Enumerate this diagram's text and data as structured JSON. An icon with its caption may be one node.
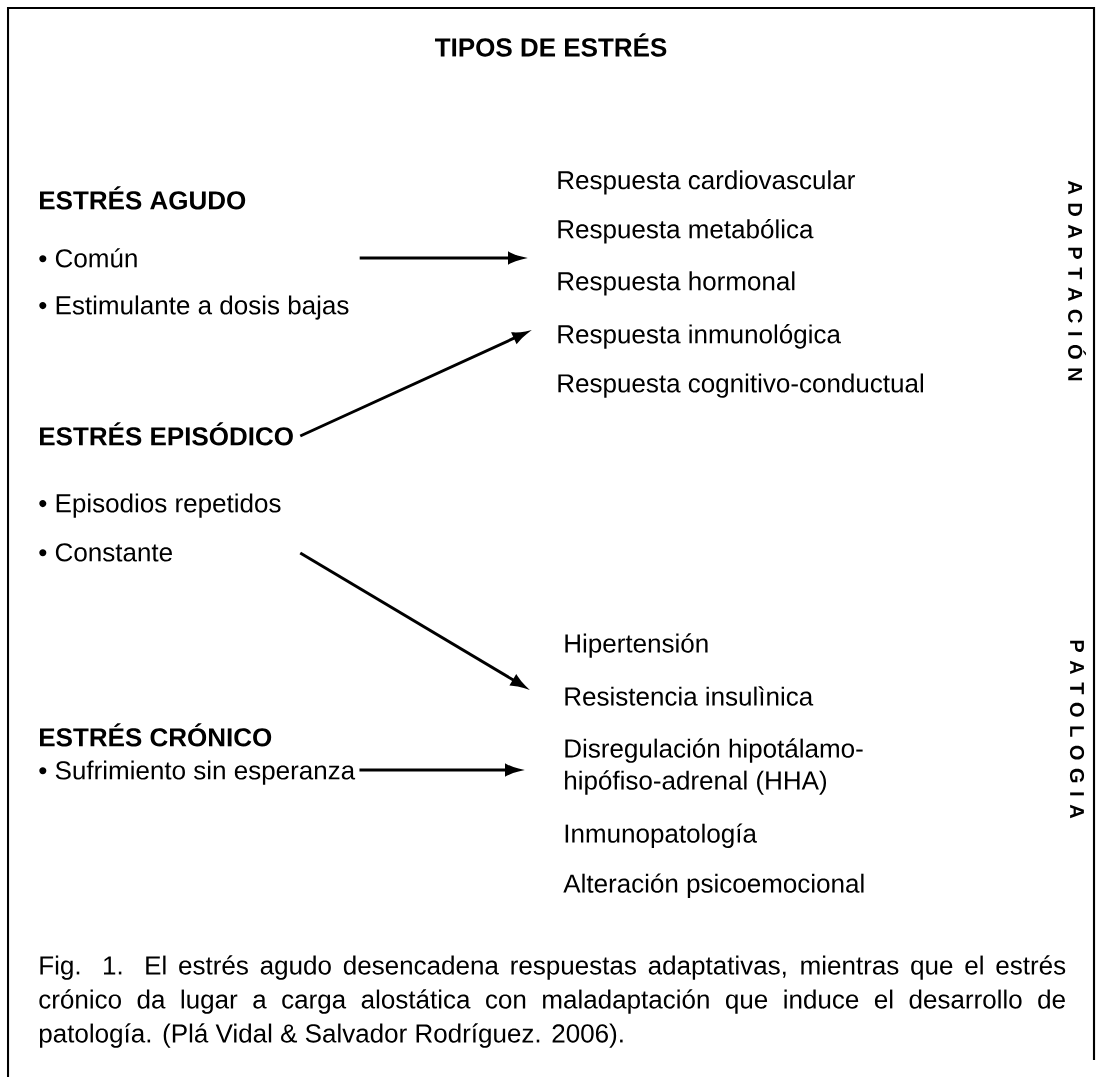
{
  "diagram": {
    "title": "TIPOS DE ESTRÉS",
    "nodes": [
      {
        "text": [
          "ESTRÉS AGUDO",
          "• Común",
          "• Estimulante a dosis bajas"
        ]
      },
      {
        "text": [
          "ESTRÉS EPISÓDICO",
          "• Episodios repetidos",
          "• Constante"
        ]
      },
      {
        "text": [
          "ESTRÉS CRÓNICO",
          "• Sufrimiento sin esperanza"
        ]
      },
      {
        "text": [
          "Respuesta cardiovascular",
          "Respuesta metabólica",
          "Respuesta hormonal",
          "Respuesta inmunológica",
          "Respuesta cognitivo-conductual"
        ]
      },
      {
        "text": [
          "Hipertensión",
          "Resistencia insulìnica",
          "Disregulación hipotálamo- hipófiso-adrenal (HHA)",
          "Inmunopatología",
          "Alteración psicoemocional"
        ]
      }
    ],
    "edges": [
      {
        "from": 0,
        "to": 3,
        "arrow": "to"
      },
      {
        "from": 1,
        "to": 3,
        "arrow": "to"
      },
      {
        "from": 1,
        "to": 4,
        "arrow": "to"
      },
      {
        "from": 2,
        "to": 4,
        "arrow": "to"
      }
    ],
    "labels": [
      "A D A P T A C I Ó N",
      "P A T O L O G I A"
    ],
    "caption": "Fig. 1. El estrés agudo desencadena respuestas adaptativas, mientras que el estrés crónico da lugar a carga alostática con maladaptación que induce el desarrollo de patología. (Plá Vidal & Salvador Rodríguez. 2006)."
  }
}
